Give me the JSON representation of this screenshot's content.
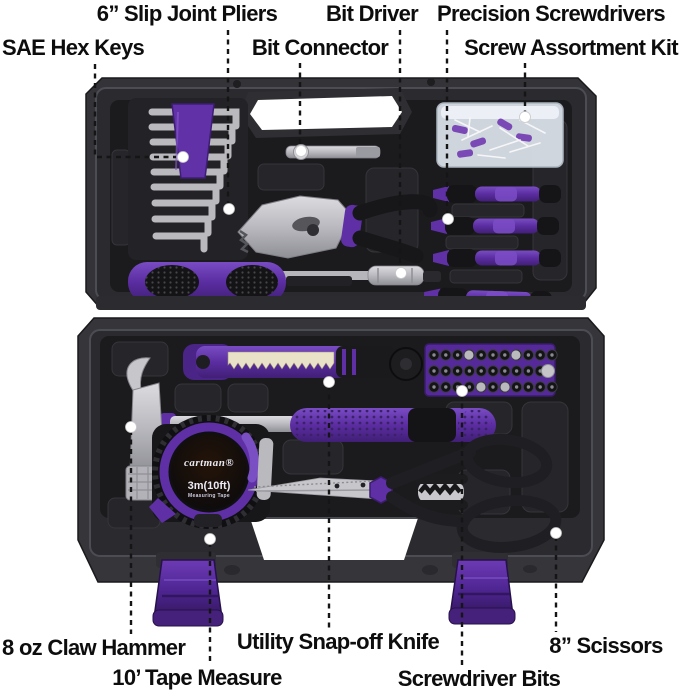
{
  "image_type": "annotated product photo",
  "product": "purple home tool kit in open black blow-molded case",
  "annotations": {
    "slip_joint_pliers": "6” Slip Joint Pliers",
    "bit_driver": "Bit Driver",
    "precision_screwdrivers": "Precision Screwdrivers",
    "sae_hex_keys": "SAE Hex Keys",
    "bit_connector": "Bit Connector",
    "screw_assortment_kit": "Screw Assortment Kit",
    "claw_hammer": "8 oz Claw Hammer",
    "tape_measure": "10’ Tape Measure",
    "utility_knife": "Utility Snap-off Knife",
    "screwdriver_bits": "Screwdriver Bits",
    "scissors": "8” Scissors"
  },
  "tape_measure_face": {
    "brand_full": "cartman®",
    "capacity": "3m(10ft)",
    "subtitle": "Measuring Tape"
  },
  "colors": {
    "accent_purple": "#5e2fa5",
    "case_gray": "#35353a",
    "tray_black": "#1b1b1e",
    "metal_silver": "#c4c4c8",
    "label_text": "#0d0d0d",
    "background": "#ffffff"
  }
}
